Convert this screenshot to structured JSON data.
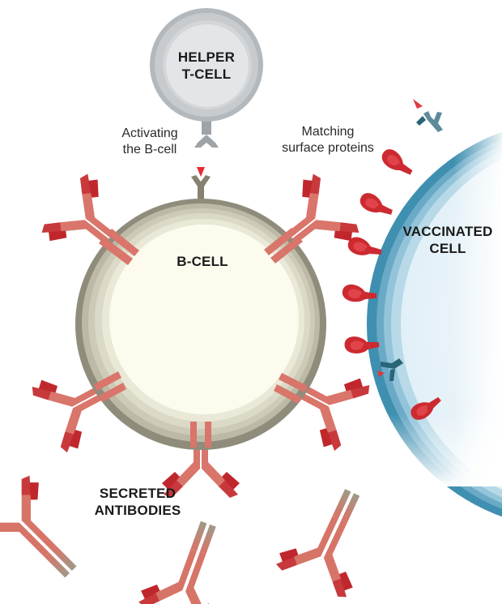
{
  "title": "B-cell activation and antibody secretion",
  "labels": {
    "helper_t_cell": "HELPER\nT-CELL",
    "activating": "Activating\nthe B-cell",
    "matching": "Matching\nsurface proteins",
    "b_cell": "B-CELL",
    "vaccinated_cell": "VACCINATED\nCELL",
    "secreted_antibodies": "SECRETED\nANTIBODIES"
  },
  "colors": {
    "antibody_red": "#c0272d",
    "antibody_pink": "#d9756a",
    "antibody_grey": "#9a9a88",
    "protein_red": "#cc2a30",
    "b_cell_membrane_dark": "#8f8c7c",
    "b_cell_membrane_mid": "#c9c7b4",
    "b_cell_membrane_light": "#dedccb",
    "b_cell_core": "#fcfbee",
    "t_cell_outer": "#b7bcc0",
    "t_cell_mid": "#cdd1d4",
    "t_cell_core": "#e4e8eb",
    "vaccinated_membrane_dark": "#3f8fb0",
    "vaccinated_membrane_mid": "#86bfd6",
    "vaccinated_core": "#eef6fb",
    "receptor_teal": "#2a6478"
  }
}
